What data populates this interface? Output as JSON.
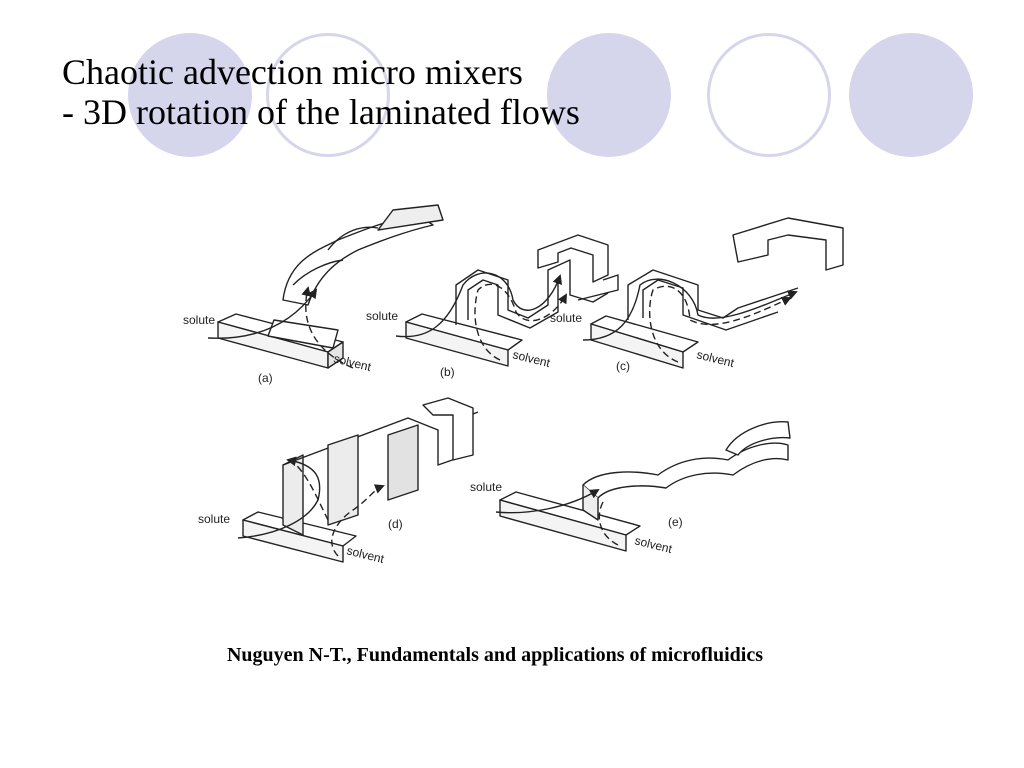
{
  "slide": {
    "title_line1": "Chaotic advection micro mixers",
    "title_line2": "- 3D rotation of the laminated flows",
    "caption": "Nuguyen N-T., Fundamentals and applications of microfluidics"
  },
  "figure": {
    "panels": [
      {
        "id": "a",
        "label": "(a)",
        "solute": "solute",
        "solvent": "solvent"
      },
      {
        "id": "b",
        "label": "(b)",
        "solute": "solute",
        "solvent": "solvent"
      },
      {
        "id": "c",
        "label": "(c)",
        "solute": "solute",
        "solvent": "solvent"
      },
      {
        "id": "d",
        "label": "(d)",
        "solute": "solute",
        "solvent": "solvent"
      },
      {
        "id": "e",
        "label": "(e)",
        "solute": "solute",
        "solvent": "solvent"
      }
    ]
  },
  "theme": {
    "circle_color": "#d5d5ec"
  }
}
